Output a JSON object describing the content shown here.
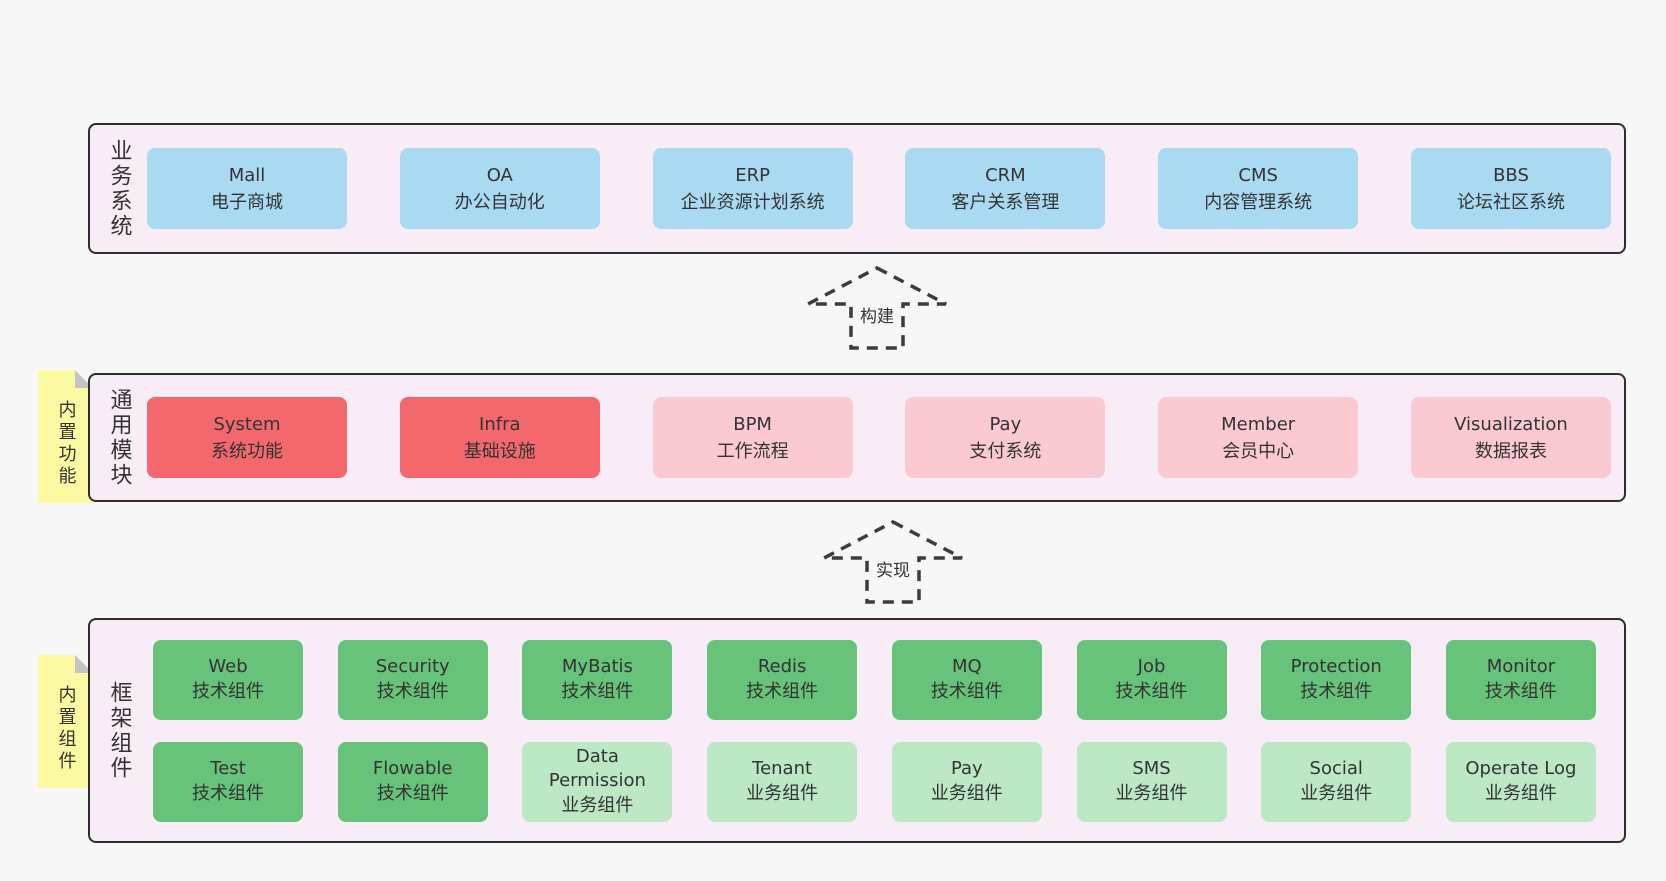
{
  "colors": {
    "page_bg": "#f7f7f7",
    "band_bg": "#f8edf6",
    "band_border": "#2e2e2e",
    "blue": "#a9daf2",
    "red": "#f2686c",
    "pink": "#fbc9d2",
    "green": "#67c379",
    "green_light": "#bce8c6",
    "note_yellow": "#fbf9a1",
    "fold_gray": "#c4c4c4",
    "text": "#333333",
    "arrow_stroke": "#3c3c3c"
  },
  "bands": [
    {
      "label": "业务系统",
      "boxes": [
        {
          "name": "Mall",
          "desc": "电子商城",
          "variant": "blue"
        },
        {
          "name": "OA",
          "desc": "办公自动化",
          "variant": "blue"
        },
        {
          "name": "ERP",
          "desc": "企业资源计划系统",
          "variant": "blue"
        },
        {
          "name": "CRM",
          "desc": "客户关系管理",
          "variant": "blue"
        },
        {
          "name": "CMS",
          "desc": "内容管理系统",
          "variant": "blue"
        },
        {
          "name": "BBS",
          "desc": "论坛社区系统",
          "variant": "blue"
        }
      ]
    },
    {
      "label": "通用模块",
      "note": "内置功能",
      "boxes": [
        {
          "name": "System",
          "desc": "系统功能",
          "variant": "red"
        },
        {
          "name": "Infra",
          "desc": "基础设施",
          "variant": "red"
        },
        {
          "name": "BPM",
          "desc": "工作流程",
          "variant": "pink"
        },
        {
          "name": "Pay",
          "desc": "支付系统",
          "variant": "pink"
        },
        {
          "name": "Member",
          "desc": "会员中心",
          "variant": "pink"
        },
        {
          "name": "Visualization",
          "desc": "数据报表",
          "variant": "pink"
        }
      ]
    },
    {
      "label": "框架组件",
      "note": "内置组件",
      "rows": [
        [
          {
            "name": "Web",
            "desc": "技术组件",
            "variant": "green"
          },
          {
            "name": "Security",
            "desc": "技术组件",
            "variant": "green"
          },
          {
            "name": "MyBatis",
            "desc": "技术组件",
            "variant": "green"
          },
          {
            "name": "Redis",
            "desc": "技术组件",
            "variant": "green"
          },
          {
            "name": "MQ",
            "desc": "技术组件",
            "variant": "green"
          },
          {
            "name": "Job",
            "desc": "技术组件",
            "variant": "green"
          },
          {
            "name": "Protection",
            "desc": "技术组件",
            "variant": "green"
          },
          {
            "name": "Monitor",
            "desc": "技术组件",
            "variant": "green"
          }
        ],
        [
          {
            "name": "Test",
            "desc": "技术组件",
            "variant": "green"
          },
          {
            "name": "Flowable",
            "desc": "技术组件",
            "variant": "green"
          },
          {
            "name": "Data Permission",
            "desc": "业务组件",
            "variant": "green-light"
          },
          {
            "name": "Tenant",
            "desc": "业务组件",
            "variant": "green-light"
          },
          {
            "name": "Pay",
            "desc": "业务组件",
            "variant": "green-light"
          },
          {
            "name": "SMS",
            "desc": "业务组件",
            "variant": "green-light"
          },
          {
            "name": "Social",
            "desc": "业务组件",
            "variant": "green-light"
          },
          {
            "name": "Operate Log",
            "desc": "业务组件",
            "variant": "green-light"
          }
        ]
      ]
    }
  ],
  "arrows": [
    {
      "label": "构建"
    },
    {
      "label": "实现"
    }
  ]
}
